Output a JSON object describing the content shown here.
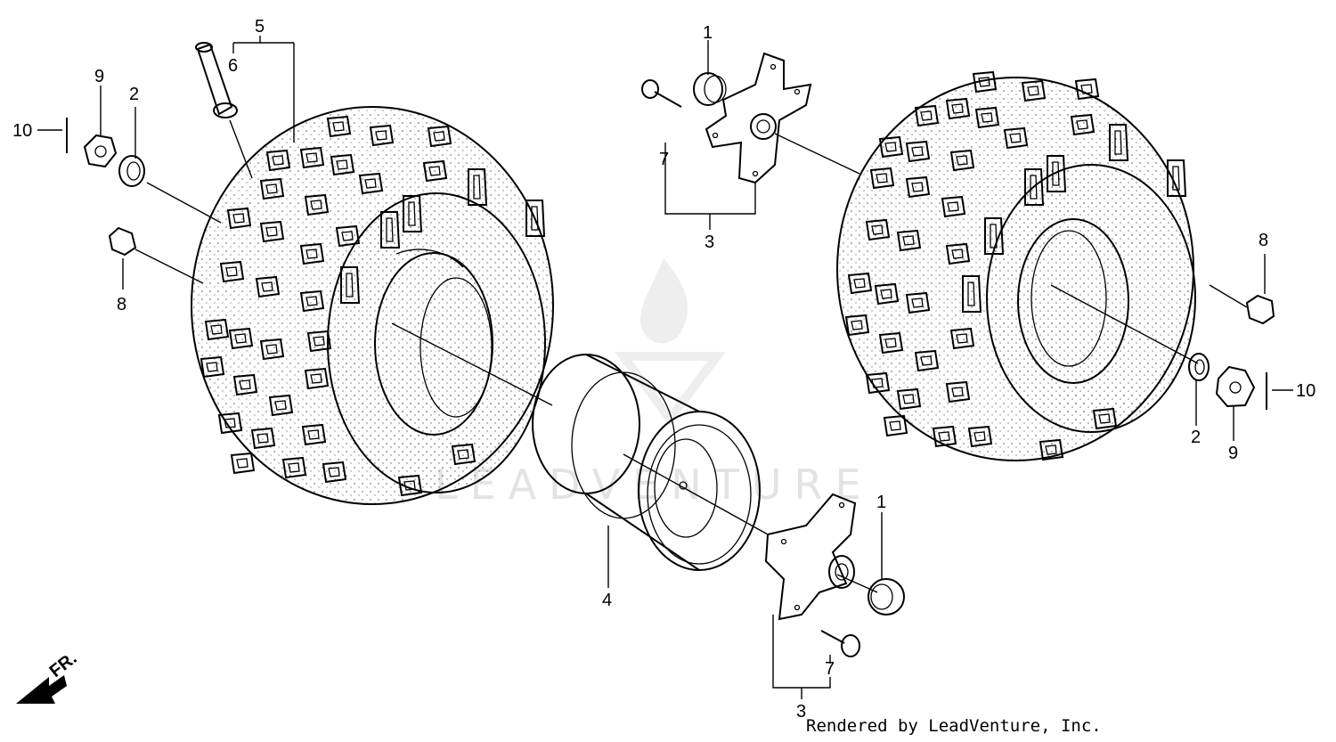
{
  "diagram": {
    "part_labels": {
      "bearing_top": "1",
      "bearing_bottom": "1",
      "washer_left": "2",
      "washer_right": "2",
      "hub_top": "3",
      "hub_bottom": "3",
      "wheel": "4",
      "tire_assembly": "5",
      "valve": "6",
      "bolt_top": "7",
      "bolt_bottom": "7",
      "cap_nut_left": "8",
      "cap_nut_right": "8",
      "castle_nut_left": "9",
      "castle_nut_right": "9",
      "cotter_pin_left": "10",
      "cotter_pin_right": "10"
    },
    "front_indicator": "FR.",
    "watermark": "LEADVENTURE"
  },
  "footer": {
    "rendered_by": "Rendered by LeadVenture, Inc."
  }
}
